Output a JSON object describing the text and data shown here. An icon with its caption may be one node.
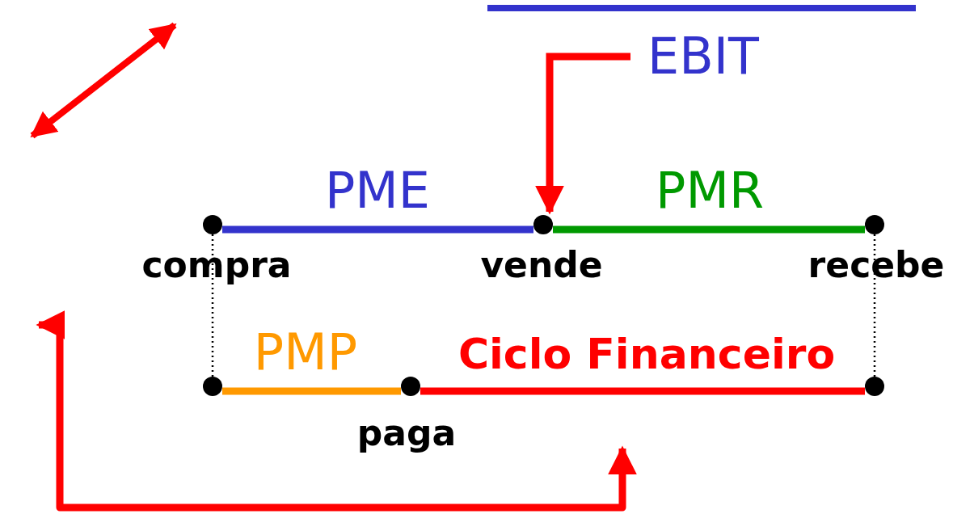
{
  "diagram": {
    "nodes": [
      {
        "text": [
          "EBIT"
        ]
      },
      {
        "text": [],
        "shape": "circle",
        "beside": [
          "compra"
        ]
      },
      {
        "text": [],
        "shape": "circle",
        "beside": [
          "vende"
        ]
      },
      {
        "text": [],
        "shape": "circle",
        "beside": [
          "recebe"
        ]
      },
      {
        "text": [],
        "shape": "circle"
      },
      {
        "text": [],
        "shape": "circle",
        "beside": [
          "paga"
        ]
      },
      {
        "text": [],
        "shape": "circle"
      }
    ],
    "edges": [
      {
        "from": 0,
        "to": 2,
        "arrow": "to",
        "color": "#ff0000"
      },
      {
        "from": 1,
        "to": 2,
        "arrow": "none",
        "label": "PME",
        "color": "#3333cc"
      },
      {
        "from": 2,
        "to": 3,
        "arrow": "none",
        "label": "PMR",
        "color": "#009900"
      },
      {
        "from": 4,
        "to": 5,
        "arrow": "none",
        "label": "PMP",
        "color": "#ff9900"
      },
      {
        "from": 5,
        "to": 6,
        "arrow": "none",
        "label": "Ciclo Financeiro",
        "color": "#ff0000"
      },
      {
        "from": 1,
        "to": 4,
        "arrow": "none",
        "style": "dashed",
        "color": "#000000"
      },
      {
        "from": 3,
        "to": 6,
        "arrow": "none",
        "style": "dashed",
        "color": "#000000"
      }
    ]
  }
}
